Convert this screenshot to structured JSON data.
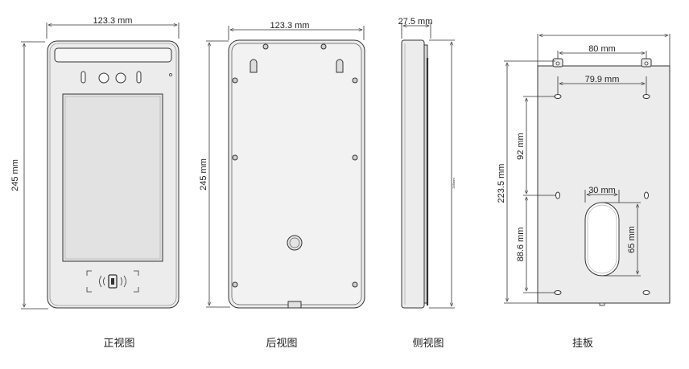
{
  "views": {
    "front": {
      "caption": "正视图",
      "width_label": "123.3 mm",
      "height_label": "245 mm"
    },
    "back": {
      "caption": "后视图",
      "width_label": "123.3 mm",
      "height_label": "245 mm"
    },
    "side": {
      "caption": "侧视图",
      "depth_label": "27.5 mm",
      "height_label": "245mm"
    },
    "plate": {
      "caption": "挂板",
      "top_holes_label": "80 mm",
      "row_holes_label": "79.9 mm",
      "height_label": "223.5 mm",
      "upper_gap_label": "92 mm",
      "lower_gap_label": "88.6 mm",
      "slot_width_label": "30 mm",
      "slot_height_label": "65 mm"
    }
  },
  "colors": {
    "line": "#333333",
    "fill": "#ececec",
    "text": "#222222"
  }
}
